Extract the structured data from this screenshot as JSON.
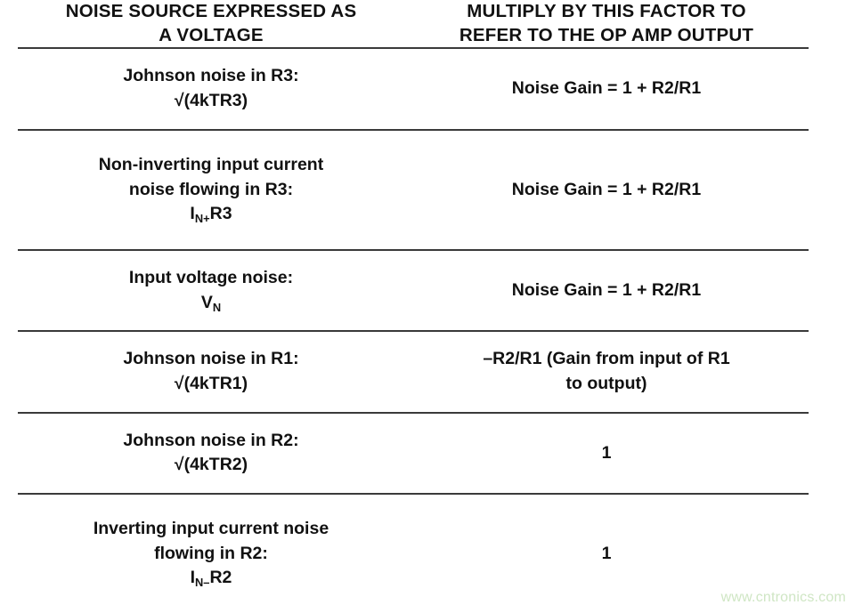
{
  "table": {
    "headers": {
      "left": [
        "NOISE SOURCE EXPRESSED AS",
        "A VOLTAGE"
      ],
      "right": [
        "MULTIPLY BY THIS FACTOR TO",
        "REFER TO THE OP AMP OUTPUT"
      ]
    },
    "rows": [
      {
        "source_lines": [
          "Johnson noise in R3:",
          "√(4kTR3)"
        ],
        "factor_lines": [
          "Noise Gain = 1 + R2/R1"
        ]
      },
      {
        "source_lines": [
          "Non-inverting input current",
          "noise flowing in R3:",
          "I_{N+}R3"
        ],
        "source_symbol": {
          "base": "I",
          "sub": "N+",
          "tail": "R3"
        },
        "factor_lines": [
          "Noise Gain = 1 + R2/R1"
        ]
      },
      {
        "source_lines": [
          "Input voltage noise:",
          "V_{N}"
        ],
        "source_symbol": {
          "base": "V",
          "sub": "N",
          "tail": ""
        },
        "factor_lines": [
          "Noise Gain = 1 + R2/R1"
        ]
      },
      {
        "source_lines": [
          "Johnson noise in R1:",
          "√(4kTR1)"
        ],
        "factor_lines": [
          "–R2/R1 (Gain from input of R1",
          "to output)"
        ]
      },
      {
        "source_lines": [
          "Johnson noise in R2:",
          "√(4kTR2)"
        ],
        "factor_lines": [
          "1"
        ]
      },
      {
        "source_lines": [
          "Inverting input current noise",
          "flowing in R2:",
          "I_{N–}R2"
        ],
        "source_symbol": {
          "base": "I",
          "sub": "N–",
          "tail": "R2"
        },
        "factor_lines": [
          "1"
        ]
      }
    ]
  },
  "watermark": {
    "text": "www.cntronics.com",
    "color": "#cfe6c4"
  },
  "colors": {
    "text": "#111111",
    "rule": "#3a3a3a",
    "divider": "#2b2b2b",
    "background": "#ffffff"
  }
}
